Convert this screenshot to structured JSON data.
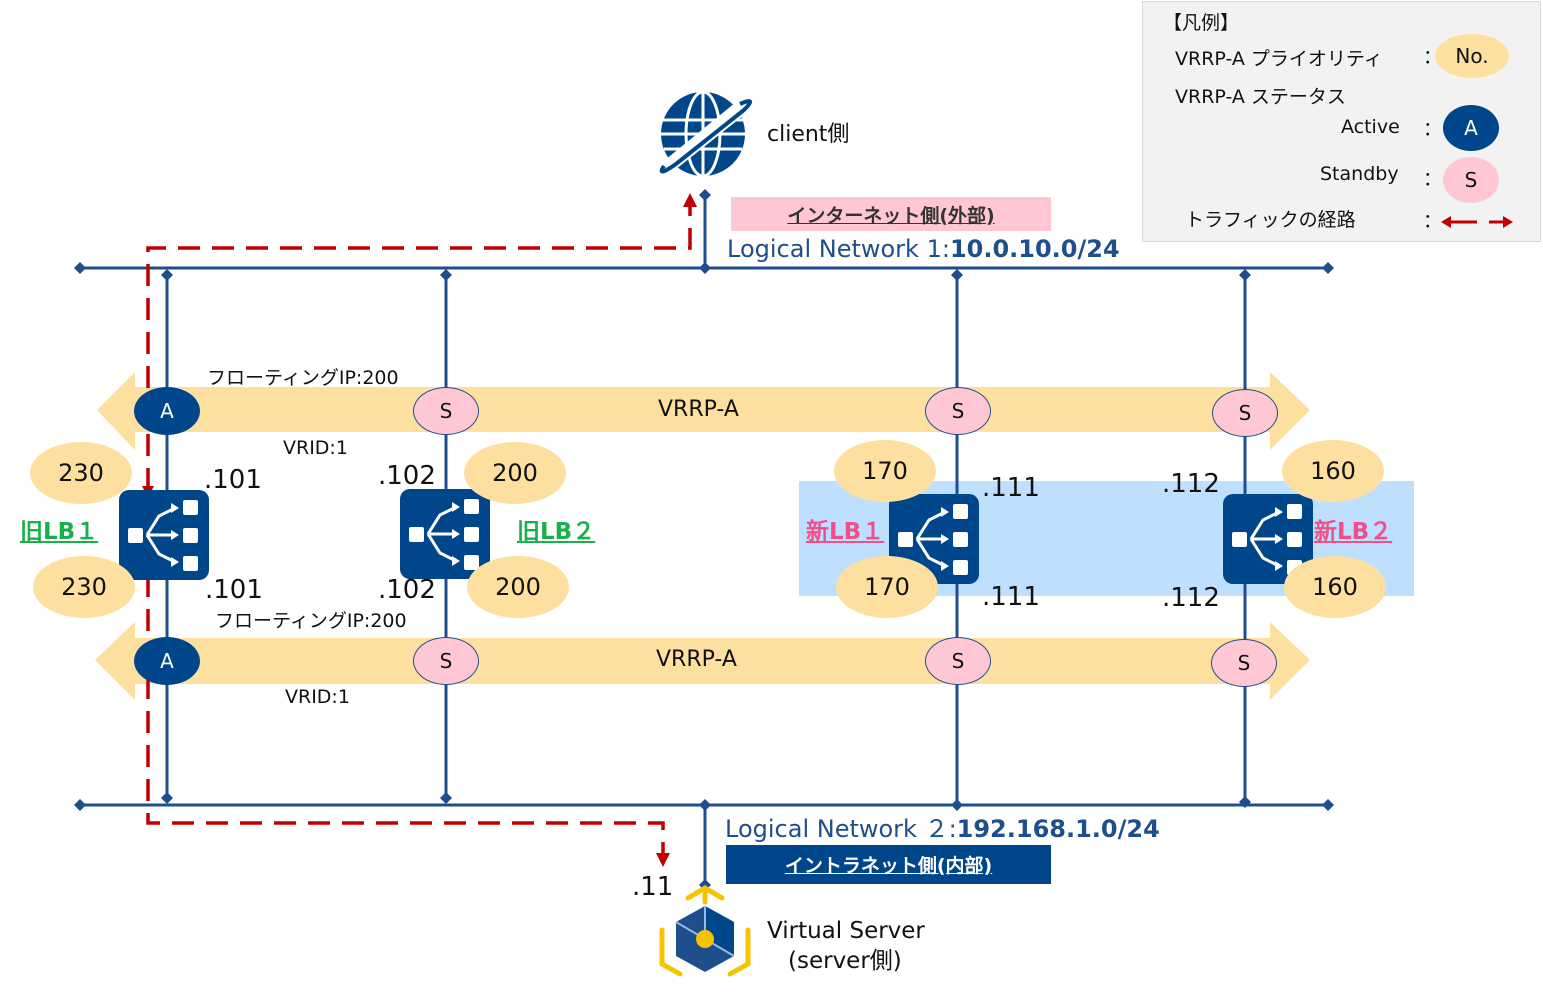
{
  "legend": {
    "title": "【凡例】",
    "priority_label": "VRRP-A プライオリティ",
    "priority_sample": "No.",
    "status_label": "VRRP-A ステータス",
    "active_label": "Active",
    "active_sample": "A",
    "standby_label": "Standby",
    "standby_sample": "S",
    "traffic_label": "トラフィックの経路",
    "colon": "："
  },
  "client": {
    "label": "client側",
    "icon": "globe-icon"
  },
  "external": {
    "badge": "インターネット側(外部)",
    "network_prefix": "Logical Network 1:",
    "network_cidr": "10.0.10.0/24"
  },
  "internal": {
    "badge": "イントラネット側(内部)",
    "network_prefix": "Logical Network ２:",
    "network_cidr": "192.168.1.0/24"
  },
  "vrrp_upper": {
    "label": "VRRP-A",
    "floating_ip": "フローティングIP:200",
    "vrid": "VRID:1",
    "states": [
      "A",
      "S",
      "S",
      "S"
    ]
  },
  "vrrp_lower": {
    "label": "VRRP-A",
    "floating_ip": "フローティングIP:200",
    "vrid": "VRID:1",
    "states": [
      "A",
      "S",
      "S",
      "S"
    ]
  },
  "load_balancers": [
    {
      "name": "旧LB１",
      "kind": "old",
      "ip_upper": ".101",
      "ip_lower": ".101",
      "priority_upper": "230",
      "priority_lower": "230"
    },
    {
      "name": "旧LB２",
      "kind": "old",
      "ip_upper": ".102",
      "ip_lower": ".102",
      "priority_upper": "200",
      "priority_lower": "200"
    },
    {
      "name": "新LB１",
      "kind": "new",
      "ip_upper": ".111",
      "ip_lower": ".111",
      "priority_upper": "170",
      "priority_lower": "170"
    },
    {
      "name": "新LB２",
      "kind": "new",
      "ip_upper": ".112",
      "ip_lower": ".112",
      "priority_upper": "160",
      "priority_lower": "160"
    }
  ],
  "server": {
    "ip": ".11",
    "line1": "Virtual Server",
    "line2": "(server側)",
    "icon": "virtual-server-icon"
  },
  "colors": {
    "network_blue": "#1f4e8c",
    "active_blue": "#00468b",
    "standby_pink": "#ffc7d4",
    "priority_yellow": "#fde0a0",
    "vrrp_band": "#fde0a0",
    "traffic_red": "#c00000",
    "new_lb_highlight": "#bfdfff",
    "external_badge": "#ffc7d4",
    "internal_badge": "#00468b",
    "old_label_green": "#17b24b",
    "new_label_pink": "#f0508a"
  }
}
